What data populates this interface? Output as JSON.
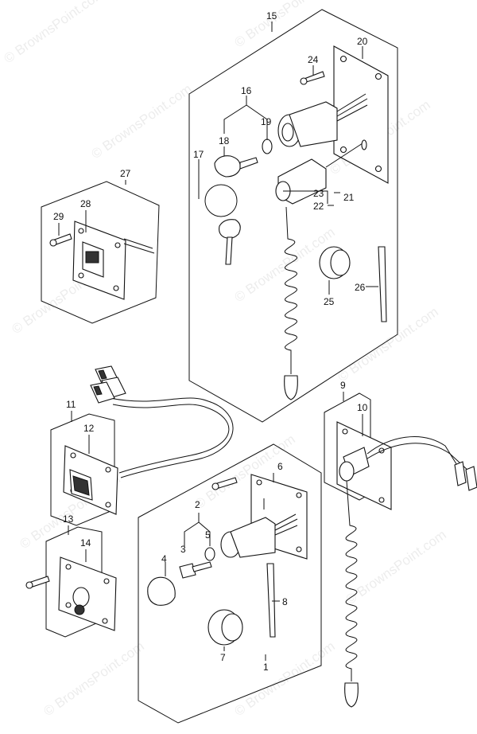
{
  "watermark": "© BrownsPoint.com",
  "callouts": {
    "c1": "1",
    "c2": "2",
    "c3": "3",
    "c4": "4",
    "c5": "5",
    "c6": "6",
    "c7": "7",
    "c8": "8",
    "c9": "9",
    "c10": "10",
    "c11": "11",
    "c12": "12",
    "c13": "13",
    "c14": "14",
    "c15": "15",
    "c16": "16",
    "c17": "17",
    "c18": "18",
    "c19": "19",
    "c20": "20",
    "c21": "21",
    "c22": "22",
    "c23": "23",
    "c24": "24",
    "c25": "25",
    "c26": "26",
    "c27": "27",
    "c28": "28",
    "c29": "29"
  }
}
